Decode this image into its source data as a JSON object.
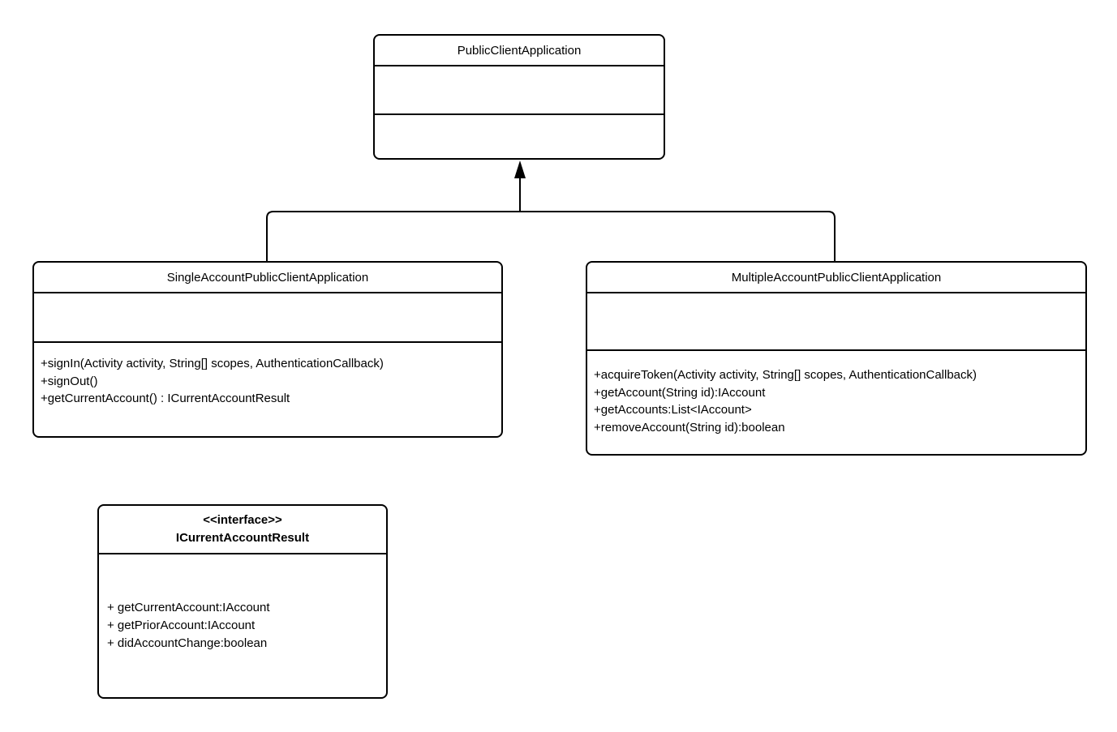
{
  "colors": {
    "line": "#000000",
    "background": "#ffffff",
    "box_fill": "#ffffff"
  },
  "classes": {
    "publicClientApplication": {
      "title": "PublicClientApplication",
      "fields": [],
      "methods": []
    },
    "singleAccount": {
      "title": "SingleAccountPublicClientApplication",
      "fields": [],
      "methods": [
        "+signIn(Activity activity, String[] scopes, AuthenticationCallback)",
        "+signOut()",
        "+getCurrentAccount() : ICurrentAccountResult"
      ]
    },
    "multipleAccount": {
      "title": "MultipleAccountPublicClientApplication",
      "fields": [],
      "methods": [
        "+acquireToken(Activity activity, String[] scopes, AuthenticationCallback)",
        "+getAccount(String id):IAccount",
        "+getAccounts:List<IAccount>",
        "+removeAccount(String id):boolean"
      ]
    },
    "iCurrentAccountResult": {
      "stereotype": "<<interface>>",
      "title": "ICurrentAccountResult",
      "members": [
        "+ getCurrentAccount:IAccount",
        "+ getPriorAccount:IAccount",
        "+ didAccountChange:boolean"
      ]
    }
  },
  "relationships": [
    {
      "type": "generalization",
      "from": "SingleAccountPublicClientApplication",
      "to": "PublicClientApplication"
    },
    {
      "type": "generalization",
      "from": "MultipleAccountPublicClientApplication",
      "to": "PublicClientApplication"
    }
  ]
}
